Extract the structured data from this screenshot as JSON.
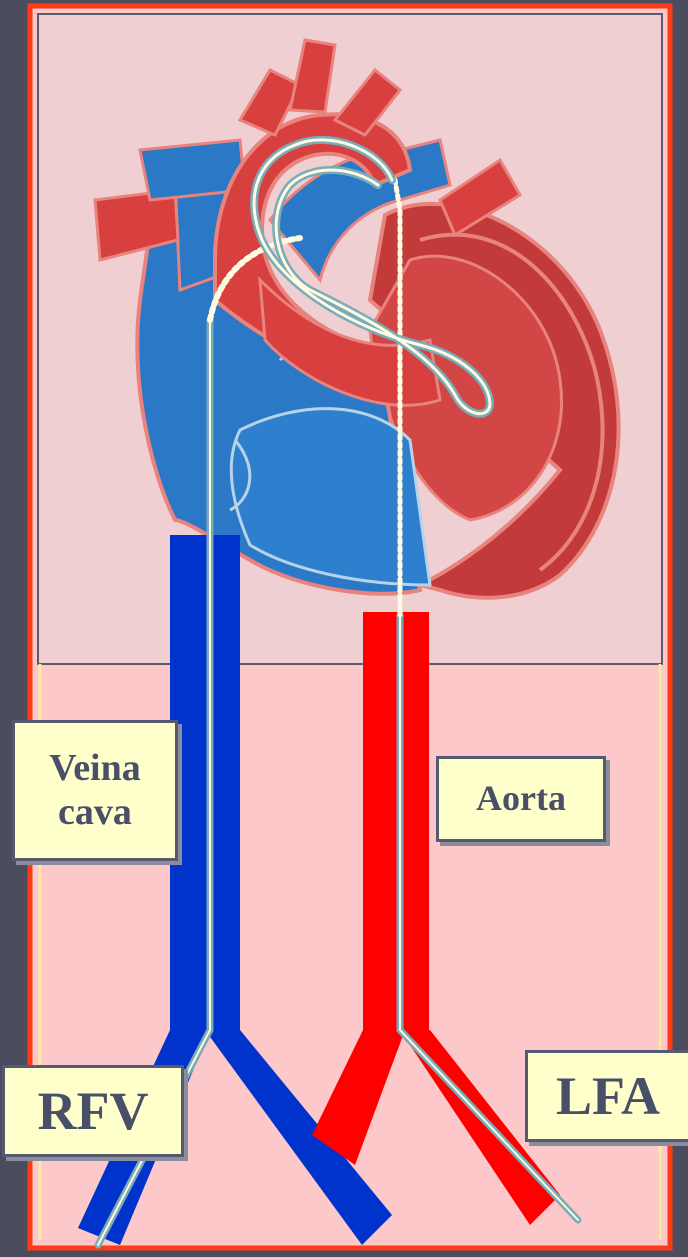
{
  "labels": {
    "vena_cava_line1": "Veina",
    "vena_cava_line2": "cava",
    "aorta": "Aorta",
    "rfv": "RFV",
    "lfa": "LFA"
  },
  "colors": {
    "slide_background": "#4b4d5e",
    "heart_panel": "#efcfd2",
    "lower_panel": "#fcc8c9",
    "border": "#ff3a14",
    "vein_blue": "#0033cc",
    "artery_red": "#ff0000",
    "catheter": "#7aabb8",
    "label_fill": "#ffffcc"
  }
}
